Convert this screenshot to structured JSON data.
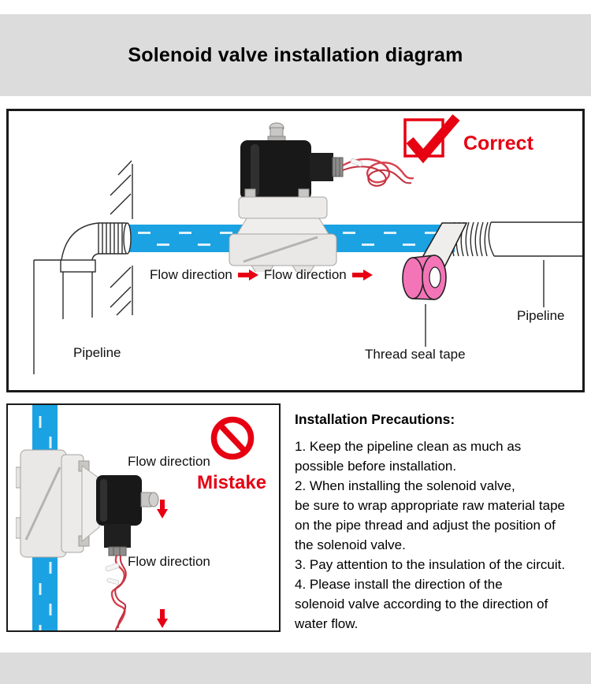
{
  "title": "Solenoid valve installation diagram",
  "colors": {
    "accent_red": "#e60012",
    "pipe_blue": "#1ba2e2",
    "tape_pink": "#f474b8",
    "banner_gray": "#dcdcdc"
  },
  "correct_panel": {
    "badge_label": "Correct",
    "flow_labels": [
      "Flow direction",
      "Flow direction"
    ],
    "pipeline_label_left": "Pipeline",
    "pipeline_label_right": "Pipeline",
    "thread_seal_tape_label": "Thread seal tape"
  },
  "mistake_panel": {
    "badge_label": "Mistake",
    "flow_label_top": "Flow direction",
    "flow_label_bottom": "Flow direction"
  },
  "precautions": {
    "heading": "Installation Precautions:",
    "lines": [
      "1. Keep the pipeline clean as much as",
      "possible before installation.",
      "2. When installing the solenoid valve,",
      "be sure to wrap appropriate raw material tape",
      "on the pipe thread and adjust the position of",
      "the solenoid valve.",
      "3. Pay attention to the insulation of the circuit.",
      "4. Please install the direction of the",
      "solenoid valve according to the direction of",
      "water flow."
    ]
  }
}
